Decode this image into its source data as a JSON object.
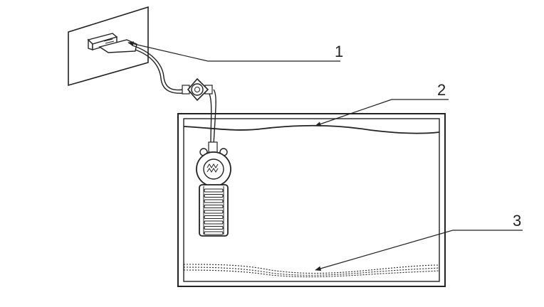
{
  "labels": {
    "plug": "1",
    "water_surface": "2",
    "gravel_bed": "3"
  },
  "colors": {
    "line": "#222222",
    "background": "#ffffff"
  }
}
